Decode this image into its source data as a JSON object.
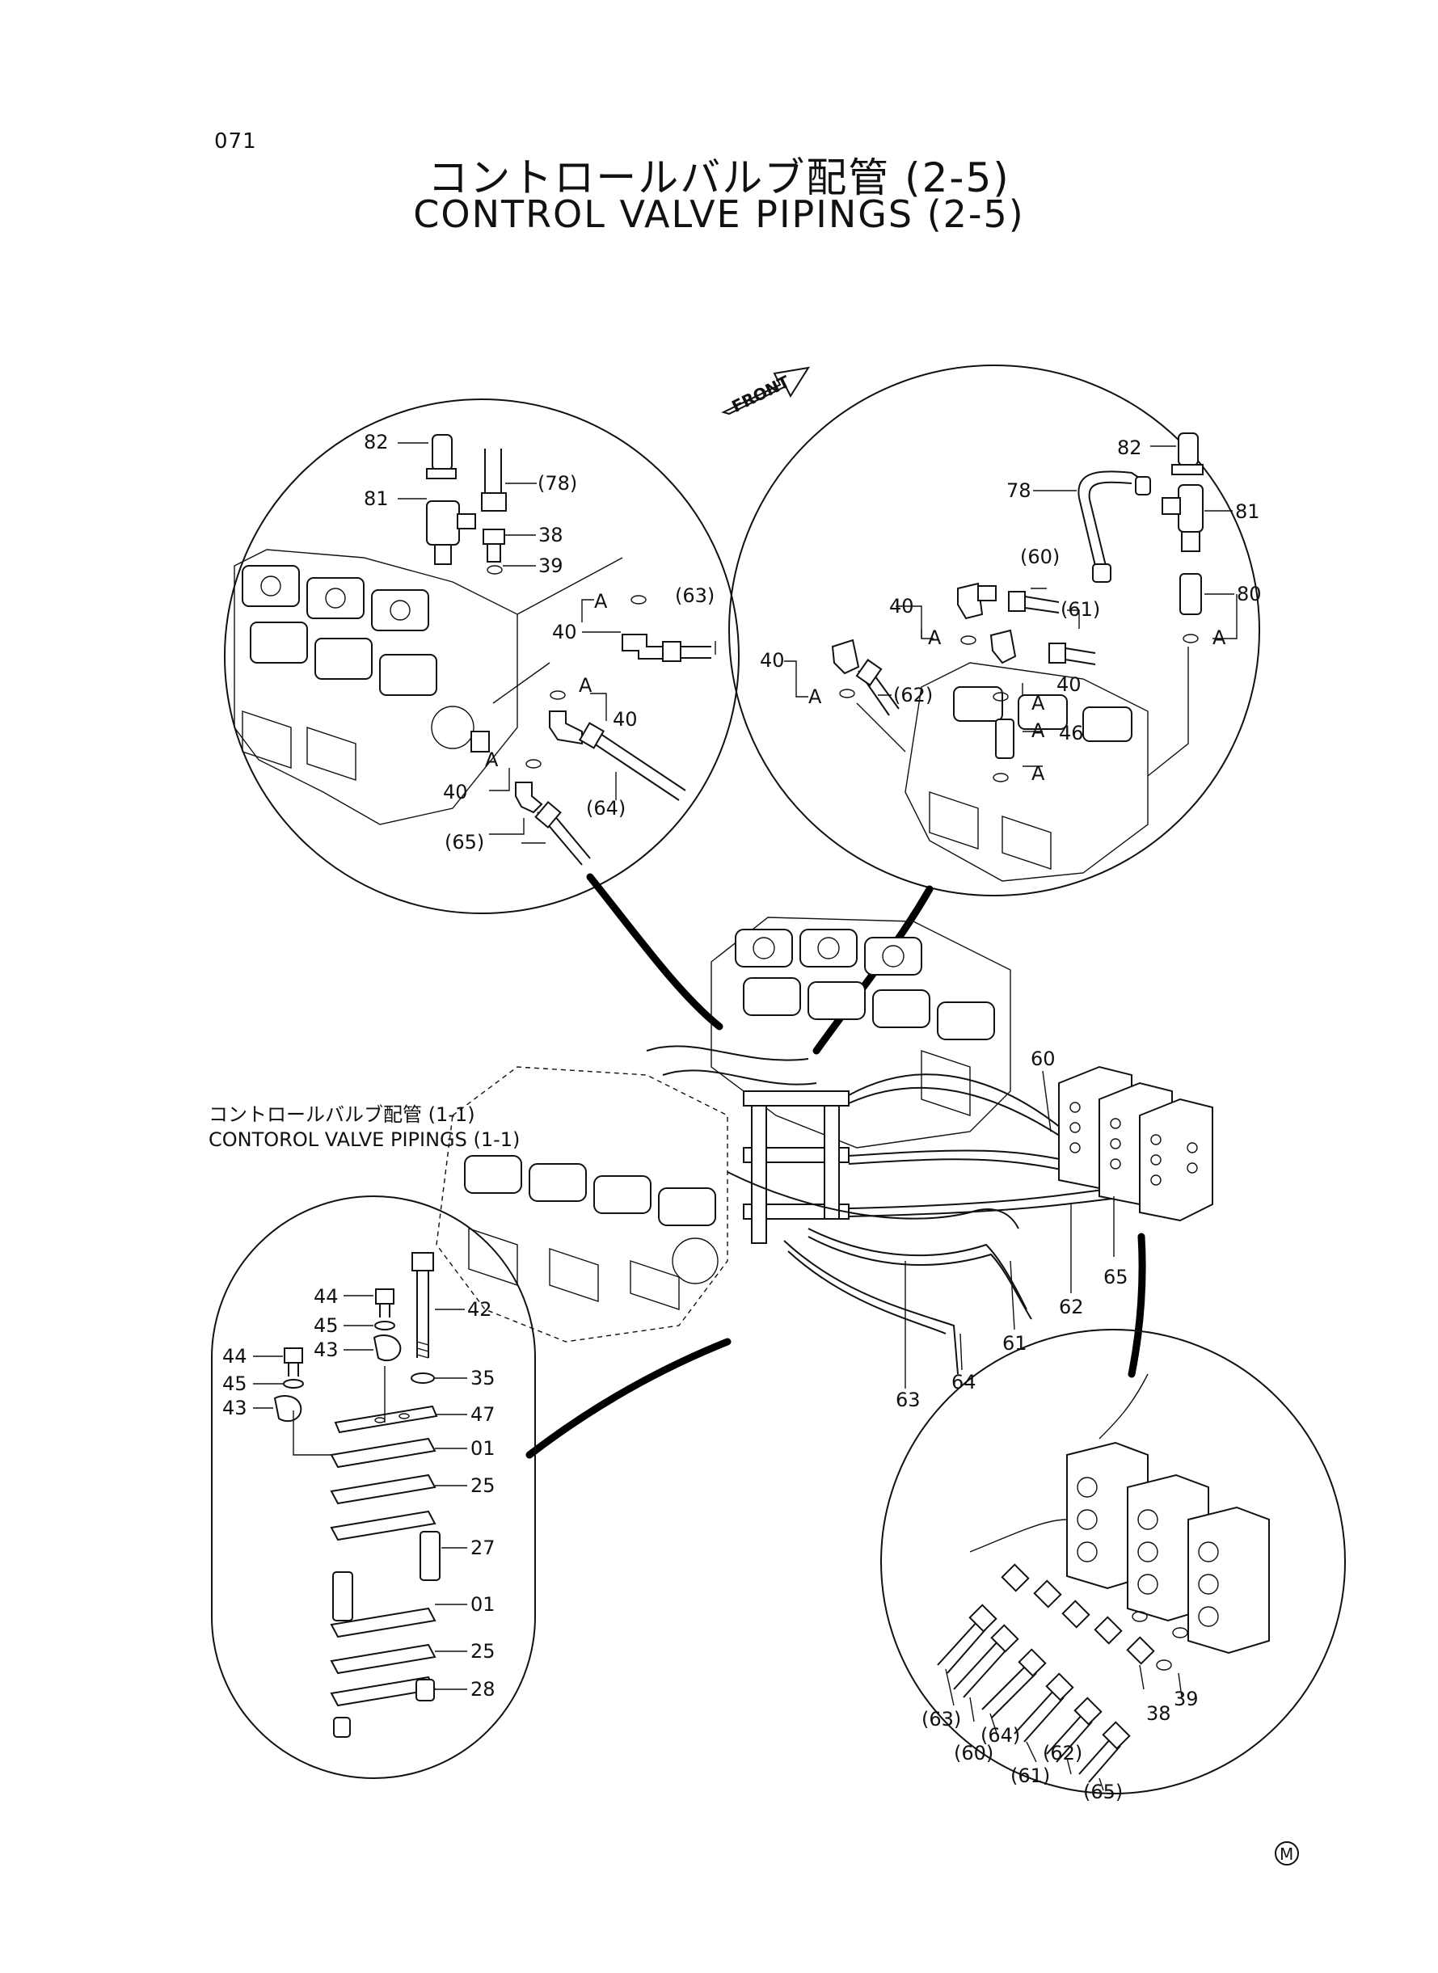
{
  "page_number": "071",
  "title_jp": "コントロールバルブ配管 (2-5)",
  "title_en": "CONTROL VALVE PIPINGS (2-5)",
  "front_label": "FRONT",
  "ref_jp": "コントロールバルブ配管 (1-1)",
  "ref_en": "CONTOROL VALVE PIPINGS (1-1)",
  "maker_mark": "M",
  "detail_a_label": "A",
  "top_left_callouts": [
    "82",
    "81",
    "(78)",
    "38",
    "39",
    "40",
    "(63)",
    "40",
    "40",
    "(64)",
    "(65)"
  ],
  "top_right_callouts": [
    "82",
    "78",
    "81",
    "(60)",
    "40",
    "(61)",
    "80",
    "40",
    "(62)",
    "40",
    "46"
  ],
  "main_callouts": [
    "60",
    "65",
    "62",
    "61",
    "64",
    "63"
  ],
  "left_stack_callouts": [
    "44",
    "45",
    "43",
    "44",
    "45",
    "43",
    "42",
    "35",
    "47",
    "01",
    "25",
    "27",
    "01",
    "25",
    "28"
  ],
  "bottom_right_callouts": [
    "(63)",
    "(64)",
    "(60)",
    "(61)",
    "(62)",
    "(65)",
    "38",
    "39"
  ]
}
